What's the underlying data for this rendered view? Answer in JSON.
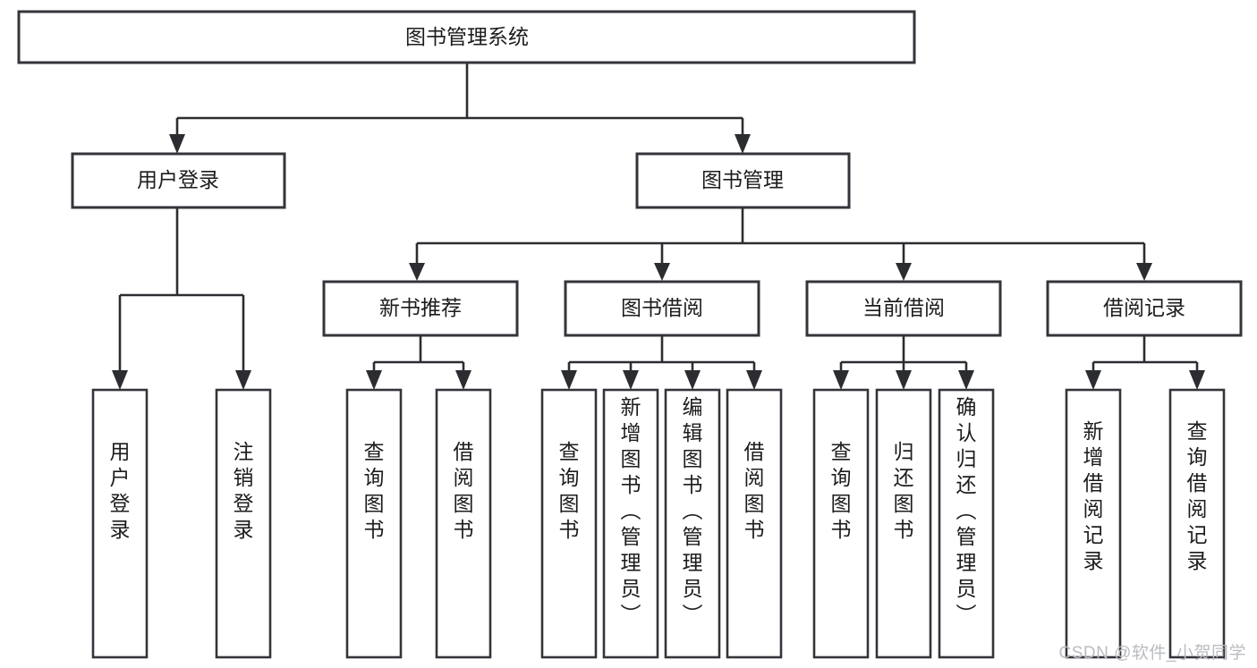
{
  "diagram": {
    "title": "图书管理系统",
    "watermark": "CSDN @软件_小贺同学",
    "root": {
      "label": "图书管理系统"
    },
    "level2": [
      {
        "label": "用户登录"
      },
      {
        "label": "图书管理"
      }
    ],
    "level3": [
      {
        "label": "新书推荐"
      },
      {
        "label": "图书借阅"
      },
      {
        "label": "当前借阅"
      },
      {
        "label": "借阅记录"
      }
    ],
    "leaves": {
      "user_login": [
        {
          "label": "用户登录"
        },
        {
          "label": "注销登录"
        }
      ],
      "new_book_rec": [
        {
          "label": "查询图书"
        },
        {
          "label": "借阅图书"
        }
      ],
      "book_borrow": [
        {
          "label": "查询图书"
        },
        {
          "label": "新增图书（管理员）"
        },
        {
          "label": "编辑图书（管理员）"
        },
        {
          "label": "借阅图书"
        }
      ],
      "current_borrow": [
        {
          "label": "查询图书"
        },
        {
          "label": "归还图书"
        },
        {
          "label": "确认归还（管理员）"
        }
      ],
      "borrow_record": [
        {
          "label": "新增借阅记录"
        },
        {
          "label": "查询借阅记录"
        }
      ]
    },
    "colors": {
      "stroke": "#33353a",
      "connector": "#2b2d31",
      "box_fill": "#ffffff",
      "text": "#1c1c1c",
      "watermark": "#b9bcc0",
      "background": "#ffffff"
    }
  }
}
